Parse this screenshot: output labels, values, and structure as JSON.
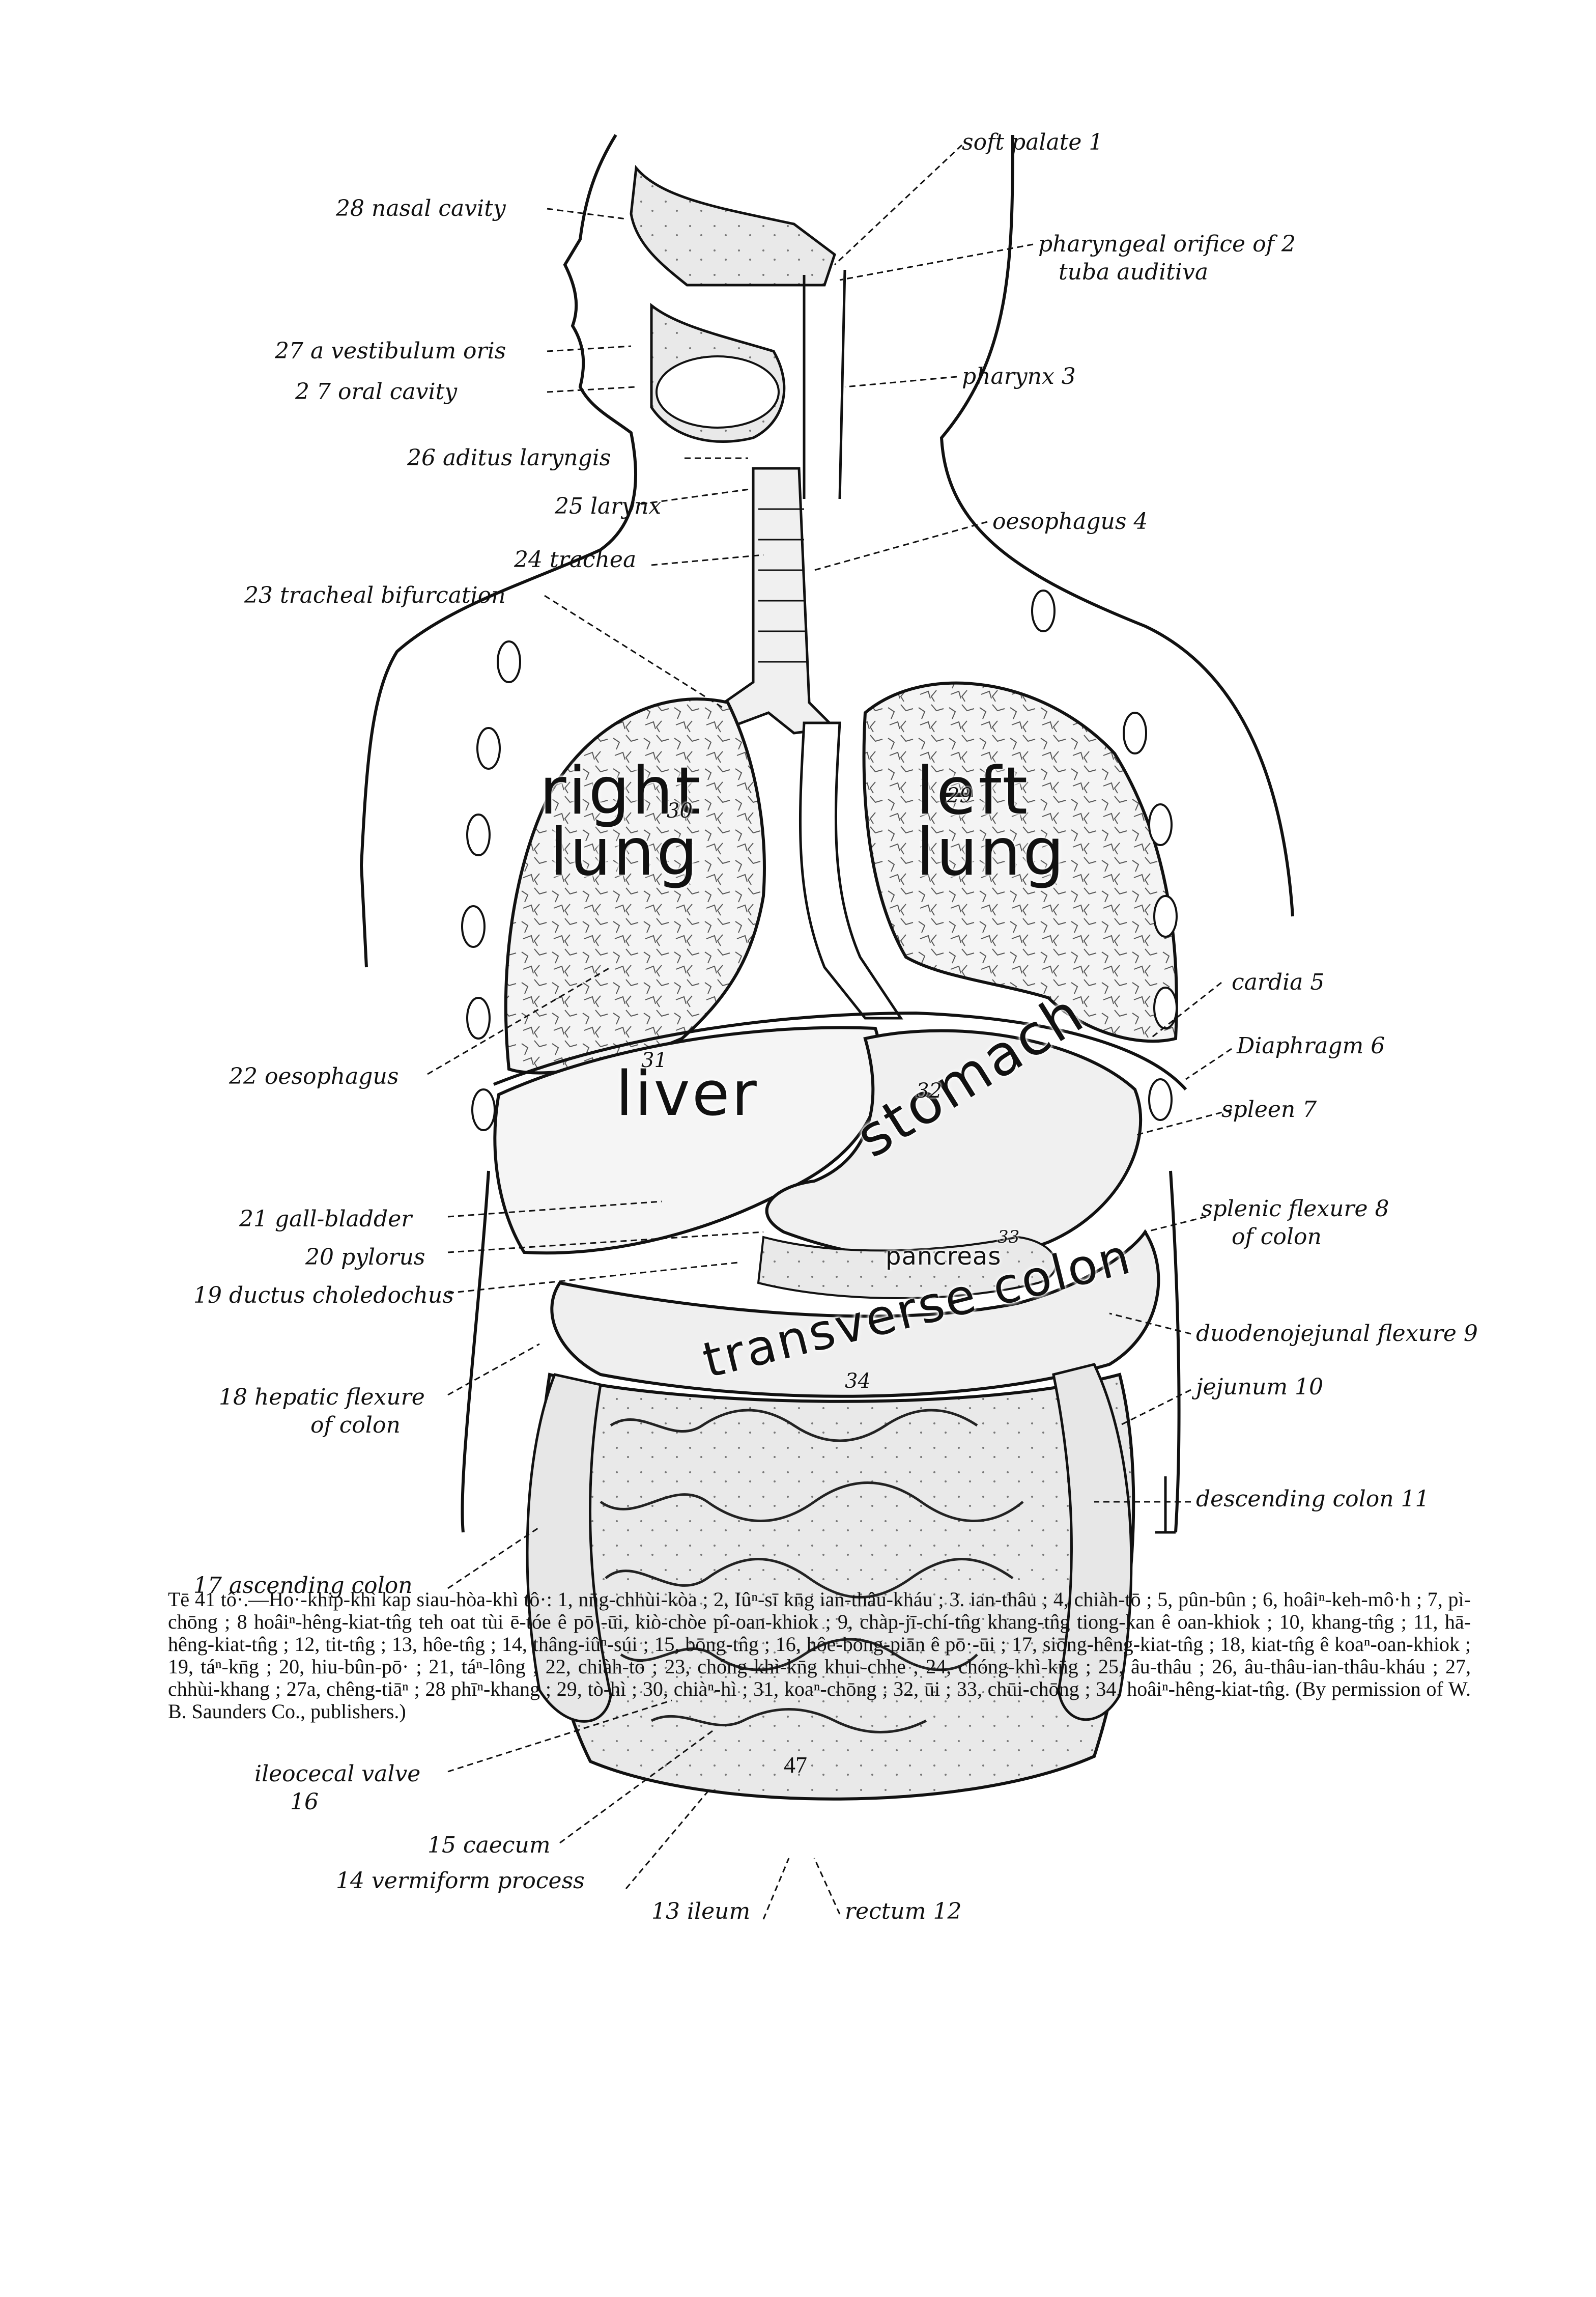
{
  "labels_left": {
    "l28": "28 nasal cavity",
    "l27a": "27 a vestibulum oris",
    "l27": "2 7 oral cavity",
    "l26": "26 aditus laryngis",
    "l25": "25 larynx",
    "l24": "24 trachea",
    "l23": "23 tracheal bifurcation",
    "l22": "22 oesophagus",
    "l21": "21 gall-bladder",
    "l20": "20 pylorus",
    "l19": "19 ductus choledochus",
    "l18a": "18 hepatic flexure",
    "l18b": "of colon",
    "l17": "17 ascending colon",
    "l16a": "ileocecal valve",
    "l16b": "16",
    "l15": "15 caecum",
    "l14": "14 vermiform process",
    "l13": "13 ileum"
  },
  "labels_right": {
    "r1": "soft palate 1",
    "r2a": "pharyngeal orifice of 2",
    "r2b": "tuba auditiva",
    "r3": "pharynx 3",
    "r4": "oesophagus 4",
    "r5": "cardia 5",
    "r6": "Diaphragm 6",
    "r7": "spleen 7",
    "r8a": "splenic flexure 8",
    "r8b": "of colon",
    "r9": "duodenojejunal flexure 9",
    "r10": "jejunum 10",
    "r11": "descending colon 11",
    "r12": "rectum 12"
  },
  "organs": {
    "right_lung_1": "right",
    "right_lung_2": "lung",
    "right_lung_num": "30",
    "left_lung_1": "left",
    "left_lung_2": "lung",
    "left_lung_num": "29",
    "liver": "liver",
    "liver_num": "31",
    "stomach": "stomach",
    "stomach_num": "32",
    "pancreas": "pancreas",
    "pancreas_num": "33",
    "colon": "transverse colon",
    "colon_num": "34"
  },
  "caption": "Tē 41 tô·.—Ho·-khip-khì kap siau-hòa-khì tô·: 1, nn̄g-chhùi-kòa ; 2, Iûⁿ-sī kn̄g ian-thâu-kháu ; 3. ian-thâu ; 4, chiàh-tō ; 5, pûn-bûn ; 6, hoâiⁿ-keh-mô·h ; 7, pì-chōng ; 8 hoâiⁿ-hêng-kiat-tn̂g teh oat tùi ē-tóe ê pō·-ūi, kiò-chòe pî-oan-khiok ; 9, chàp-jī-chí-tn̂g khang-tn̂g tiong-kan ê oan-khiok ; 10, khang-tn̂g ; 11, hā-hêng-kiat-tn̂g ; 12, tit-tn̂g ; 13, hôe-tn̂g ; 14, thâng-iûⁿ-súi ; 15, bōng-tn̂g ; 16, hôe-bōng-piān ê pō·-ūi ; 17, siōng-hêng-kiat-tn̂g ; 18, kiat-tn̂g ê koaⁿ-oan-khiok ; 19, táⁿ-kn̄g ; 20, hiu-bûn-pō· ; 21, táⁿ-lông ; 22, chiàh-tō ; 23, chóng-khì-kn̄g khui-chhe ; 24, chóng-khì-kn̄g ; 25, âu-thâu ; 26, âu-thâu-ian-thâu-kháu ; 27, chhùi-khang ; 27a, chêng-tiāⁿ ; 28 phīⁿ-khang ; 29, tò-hì ; 30, chiàⁿ-hì ; 31, koaⁿ-chōng ; 32, ūi ; 33, chūi-chōng ; 34, hoâiⁿ-hêng-kiat-tn̂g. (By permission of W. B. Saunders Co., publishers.)",
  "page_number": "47",
  "colors": {
    "ink": "#111111",
    "paper": "#ffffff",
    "organ_fill": "#f2f2f2",
    "lung_fill": "#ededed"
  }
}
